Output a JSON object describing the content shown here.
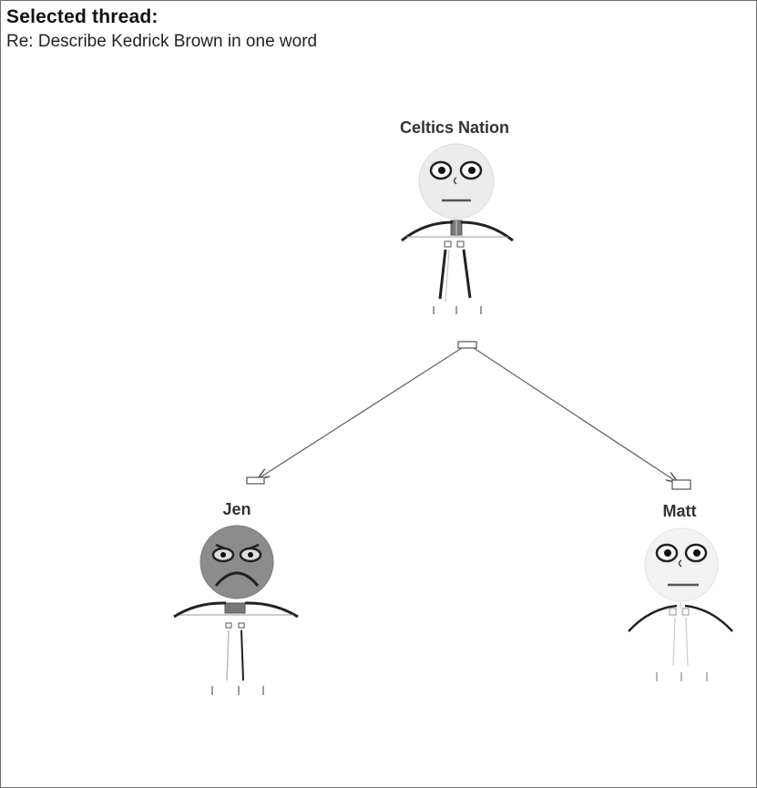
{
  "panel": {
    "title": "Selected thread:",
    "subject": "Re: Describe Kedrick Brown in one word"
  },
  "nodes": [
    {
      "id": "root",
      "name": "Celtics Nation",
      "mood": "neutral",
      "face_color": "#ececec"
    },
    {
      "id": "jen",
      "name": "Jen",
      "mood": "angry",
      "face_color": "#8c8c8c"
    },
    {
      "id": "matt",
      "name": "Matt",
      "mood": "neutral",
      "face_color": "#f2f2f2"
    }
  ],
  "edges": [
    {
      "from": "root",
      "to": "jen"
    },
    {
      "from": "root",
      "to": "matt"
    }
  ]
}
